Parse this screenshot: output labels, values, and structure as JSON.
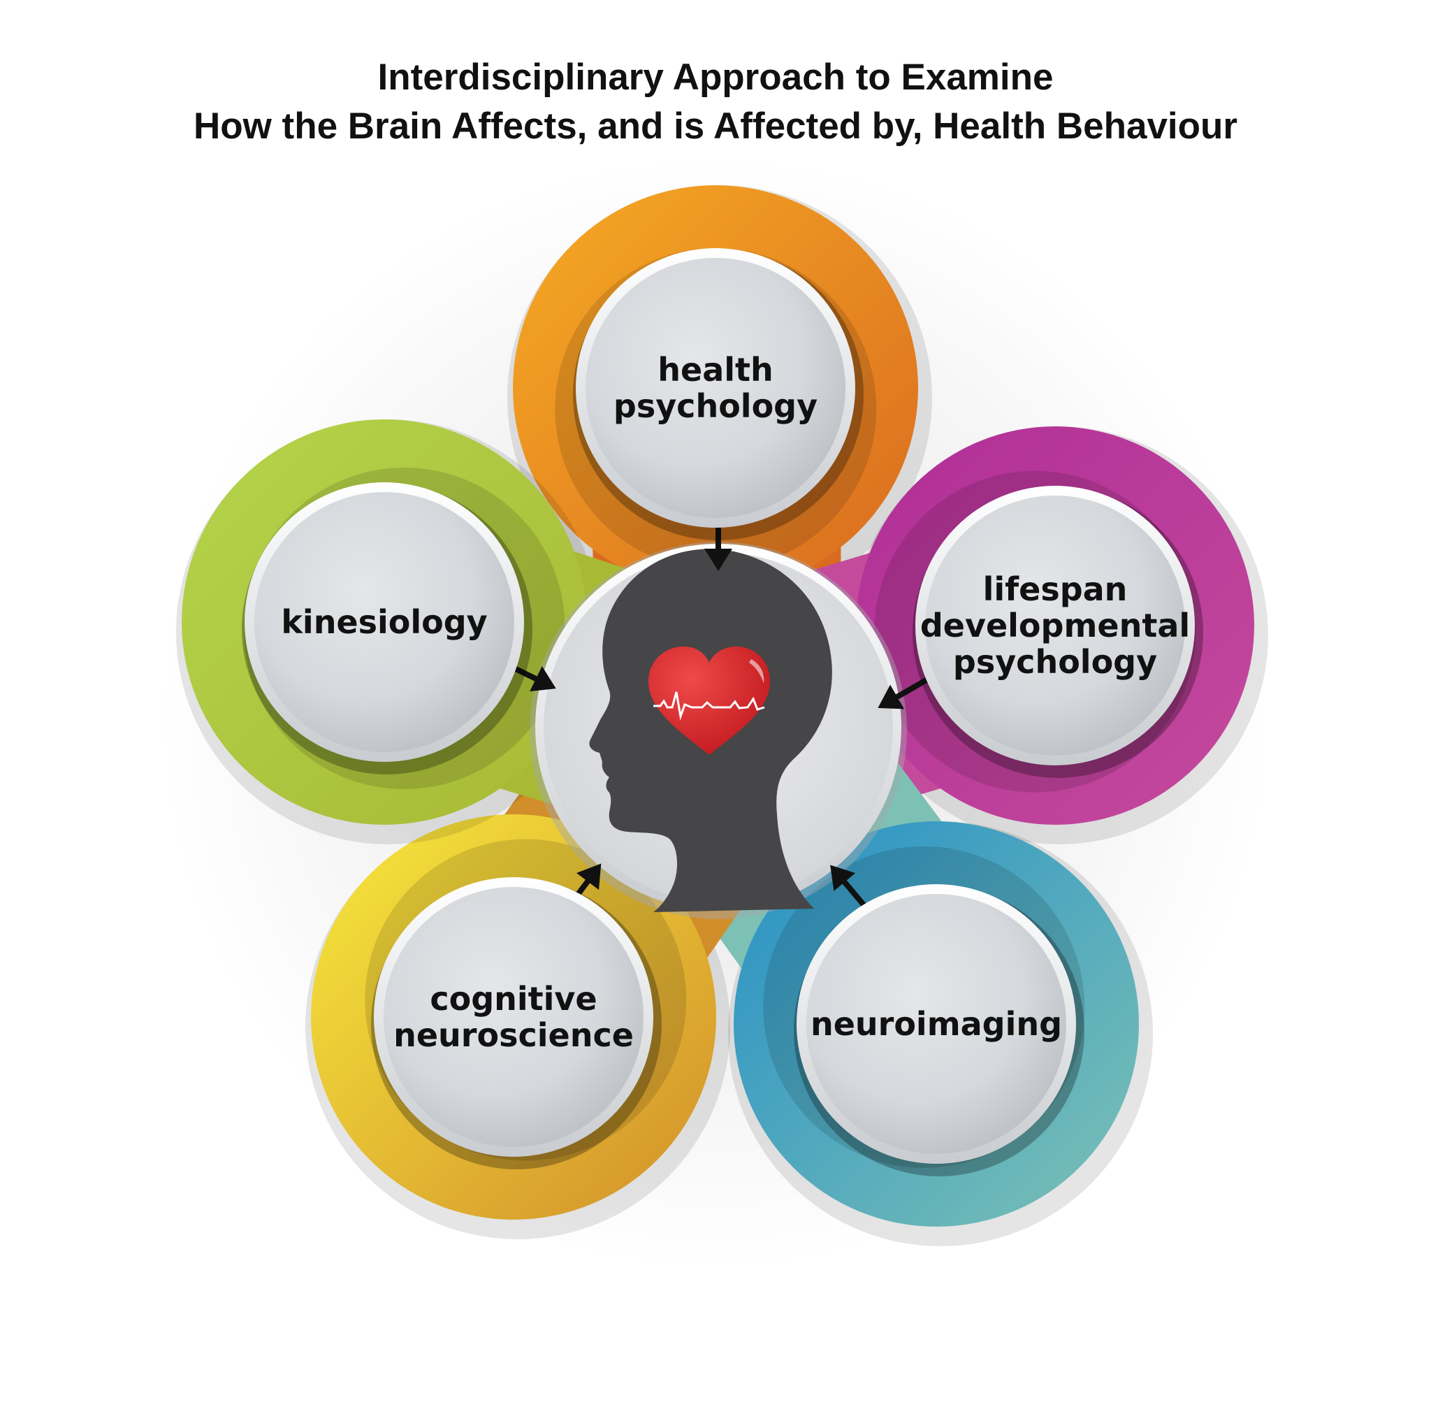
{
  "title": {
    "line1": "Interdisciplinary Approach to Examine",
    "line2": "How the Brain Affects, and is Affected by, Health Behaviour"
  },
  "center": {
    "icon": "head-silhouette-with-heart-icon"
  },
  "nodes": [
    {
      "id": "health-psychology",
      "lines": [
        "health",
        "psychology"
      ],
      "ring_colors": [
        "#f6ab24",
        "#d96a1f"
      ]
    },
    {
      "id": "lifespan-developmental-psychology",
      "lines": [
        "lifespan",
        "developmental",
        "psychology"
      ],
      "ring_colors": [
        "#b12e97",
        "#c44a9c"
      ]
    },
    {
      "id": "neuroimaging",
      "lines": [
        "neuroimaging"
      ],
      "ring_colors": [
        "#2690c6",
        "#7dc1b5"
      ]
    },
    {
      "id": "cognitive-neuroscience",
      "lines": [
        "cognitive",
        "neuroscience"
      ],
      "ring_colors": [
        "#f7e93c",
        "#d28e2a"
      ]
    },
    {
      "id": "kinesiology",
      "lines": [
        "kinesiology"
      ],
      "ring_colors": [
        "#b4d44c",
        "#a8b934"
      ]
    }
  ],
  "arrows": {
    "type": "bidirectional",
    "icon": "double-arrow-icon"
  }
}
